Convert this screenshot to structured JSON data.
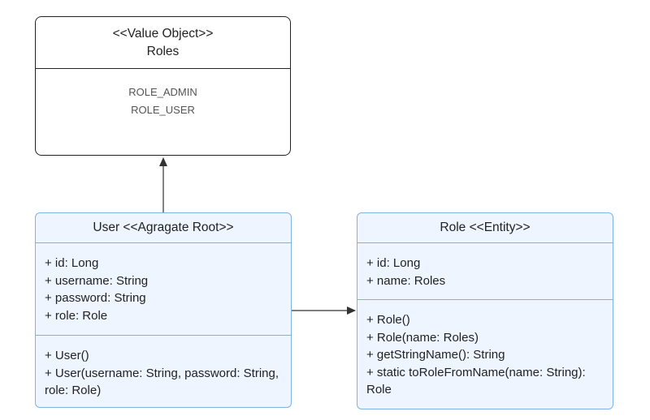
{
  "value_object": {
    "stereotype": "<<Value Object>>",
    "name": "Roles",
    "values": [
      "ROLE_ADMIN",
      "ROLE_USER"
    ]
  },
  "user_class": {
    "title": "User <<Agragate Root>>",
    "attributes": [
      "+ id: Long",
      "+ username: String",
      "+ password: String",
      "+ role: Role"
    ],
    "methods": [
      "+ User()",
      "+ User(username: String, password: String, role: Role)"
    ]
  },
  "role_class": {
    "title": "Role <<Entity>>",
    "attributes": [
      "+ id: Long",
      "+ name: Roles"
    ],
    "methods": [
      "+ Role()",
      "+ Role(name: Roles)",
      "+ getStringName(): String",
      "+ static toRoleFromName(name: String): Role"
    ]
  },
  "colors": {
    "entity_fill": "#eef5ff",
    "entity_border": "#7fb3e8",
    "value_border": "#222222"
  }
}
